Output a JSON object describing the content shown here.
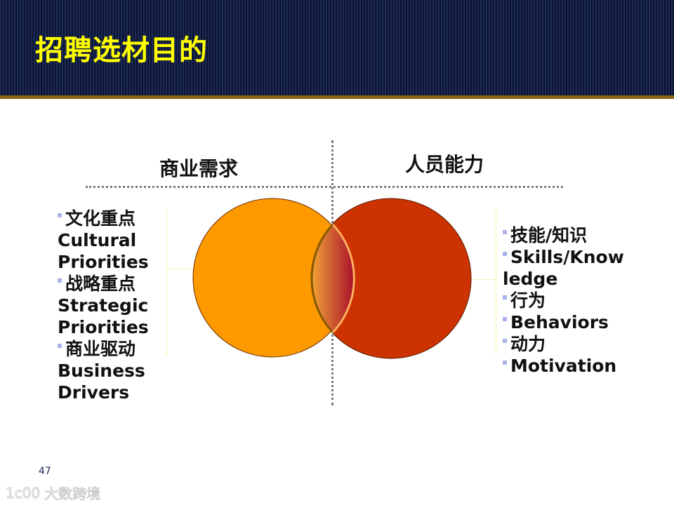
{
  "slide": {
    "title": "招聘选材目的",
    "page_number": "47"
  },
  "columns": {
    "left_heading": "商业需求",
    "right_heading": "人员能力"
  },
  "left_list": [
    {
      "bullet": true,
      "text": "文化重点"
    },
    {
      "bullet": false,
      "text": "Cultural"
    },
    {
      "bullet": false,
      "text": "Priorities"
    },
    {
      "bullet": true,
      "text": "战略重点"
    },
    {
      "bullet": false,
      "text": "Strategic"
    },
    {
      "bullet": false,
      "text": "Priorities"
    },
    {
      "bullet": true,
      "text": "商业驱动"
    },
    {
      "bullet": false,
      "text": "Business"
    },
    {
      "bullet": false,
      "text": "Drivers"
    }
  ],
  "right_list": [
    {
      "bullet": true,
      "text": "技能/知识"
    },
    {
      "bullet": true,
      "text": "Skills/Know"
    },
    {
      "bullet": false,
      "text": "ledge"
    },
    {
      "bullet": true,
      "text": "行为"
    },
    {
      "bullet": true,
      "text": "Behaviors"
    },
    {
      "bullet": true,
      "text": "动力"
    },
    {
      "bullet": true,
      "text": "Motivation"
    }
  ],
  "venn": {
    "left_color": "#ff9900",
    "right_color": "#cc3300",
    "overlap_gradient": [
      "#f2a338",
      "#a8102a"
    ]
  },
  "colors": {
    "header_bg": "#1c2a58",
    "accent_bar": "#8a6410",
    "title": "#ffff00",
    "bullet": "#aab2ea"
  },
  "watermark": {
    "logo": "1c00",
    "text": "大数跨境"
  }
}
